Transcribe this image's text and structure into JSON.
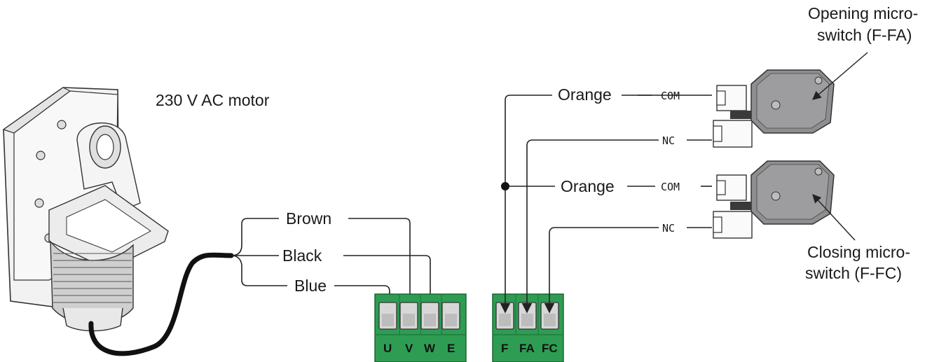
{
  "motor": {
    "title": "230 V AC motor",
    "wires": [
      "Brown",
      "Black",
      "Blue"
    ]
  },
  "motor_terminals": [
    "U",
    "V",
    "W",
    "E"
  ],
  "limit_terminals": [
    "F",
    "FA",
    "FC"
  ],
  "limit_wires": {
    "orange_top": "Orange",
    "orange_mid": "Orange"
  },
  "switch_pins": {
    "top_com": "COM",
    "top_nc": "NC",
    "bottom_com": "COM",
    "bottom_nc": "NC"
  },
  "opening_switch": {
    "line1": "Opening micro-",
    "line2": "switch (F-FA)"
  },
  "closing_switch": {
    "line1": "Closing micro-",
    "line2": "switch (F-FC)"
  },
  "colors": {
    "terminal_block": "#2e9d53",
    "terminal_block_dark": "#1e7b3d",
    "switch_body": "#8e8e90",
    "line": "#222222"
  },
  "icons": [
    "motor-illustration",
    "microswitch-illustration",
    "cable",
    "arrowhead",
    "junction-dot"
  ]
}
